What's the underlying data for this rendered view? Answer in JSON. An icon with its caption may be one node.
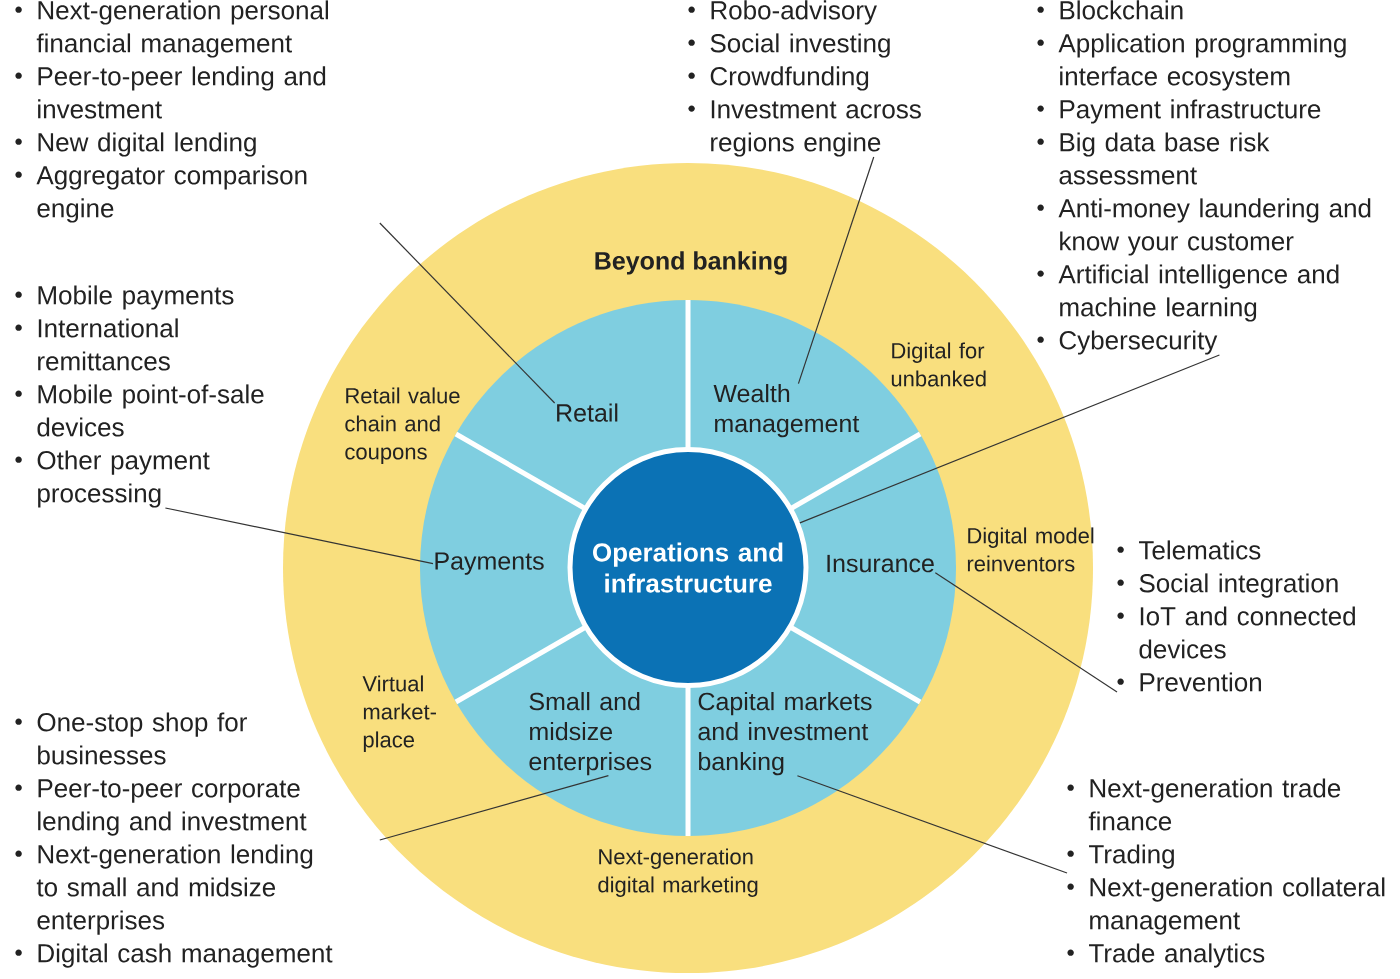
{
  "diagram": {
    "nodes": [
      {
        "text": [
          "Beyond banking",
          "Digital for unbanked",
          "Retail value chain and coupons",
          "Digital model reinventors",
          "Virtual market-place",
          "Next-generation digital marketing"
        ]
      },
      {
        "text": [
          "Retail"
        ],
        "in": 0
      },
      {
        "text": [
          "Wealth management"
        ],
        "in": 0
      },
      {
        "text": [
          "Payments"
        ],
        "in": 0
      },
      {
        "text": [
          "Insurance"
        ],
        "in": 0
      },
      {
        "text": [
          "Small and midsize enterprises"
        ],
        "in": 0
      },
      {
        "text": [
          "Capital markets and investment banking"
        ],
        "in": 0
      },
      {
        "text": [
          "Operations and infrastructure"
        ],
        "in": 0
      },
      {
        "text": [
          "Next-generation personal financial management",
          "Peer-to-peer lending and investment",
          "New digital lending",
          "Aggregator comparison engine"
        ]
      },
      {
        "text": [
          "Robo-advisory",
          "Social investing",
          "Crowdfunding",
          "Investment across regions engine"
        ]
      },
      {
        "text": [
          "Blockchain",
          "Application programming interface ecosystem",
          "Payment infrastructure",
          "Big data base risk assessment",
          "Anti-money laundering and know your customer",
          "Artificial intelligence and machine learning",
          "Cybersecurity"
        ]
      },
      {
        "text": [
          "Mobile payments",
          "International remittances",
          "Mobile point-of-sale devices",
          "Other payment processing"
        ]
      },
      {
        "text": [
          "Telematics",
          "Social integration",
          "IoT and connected devices",
          "Prevention"
        ]
      },
      {
        "text": [
          "One-stop shop for businesses",
          "Peer-to-peer corporate lending and investment",
          "Next-generation lending to small and midsize enterprises",
          "Digital cash management"
        ]
      },
      {
        "text": [
          "Next-generation trade finance",
          "Trading",
          "Next-generation collateral management",
          "Trade analytics"
        ]
      }
    ],
    "edges": [
      {
        "from": 8,
        "to": 1,
        "arrow": "none"
      },
      {
        "from": 9,
        "to": 2,
        "arrow": "none"
      },
      {
        "from": 10,
        "to": 7,
        "arrow": "none"
      },
      {
        "from": 11,
        "to": 3,
        "arrow": "none"
      },
      {
        "from": 12,
        "to": 4,
        "arrow": "none"
      },
      {
        "from": 13,
        "to": 5,
        "arrow": "none"
      },
      {
        "from": 14,
        "to": 6,
        "arrow": "none"
      }
    ]
  }
}
